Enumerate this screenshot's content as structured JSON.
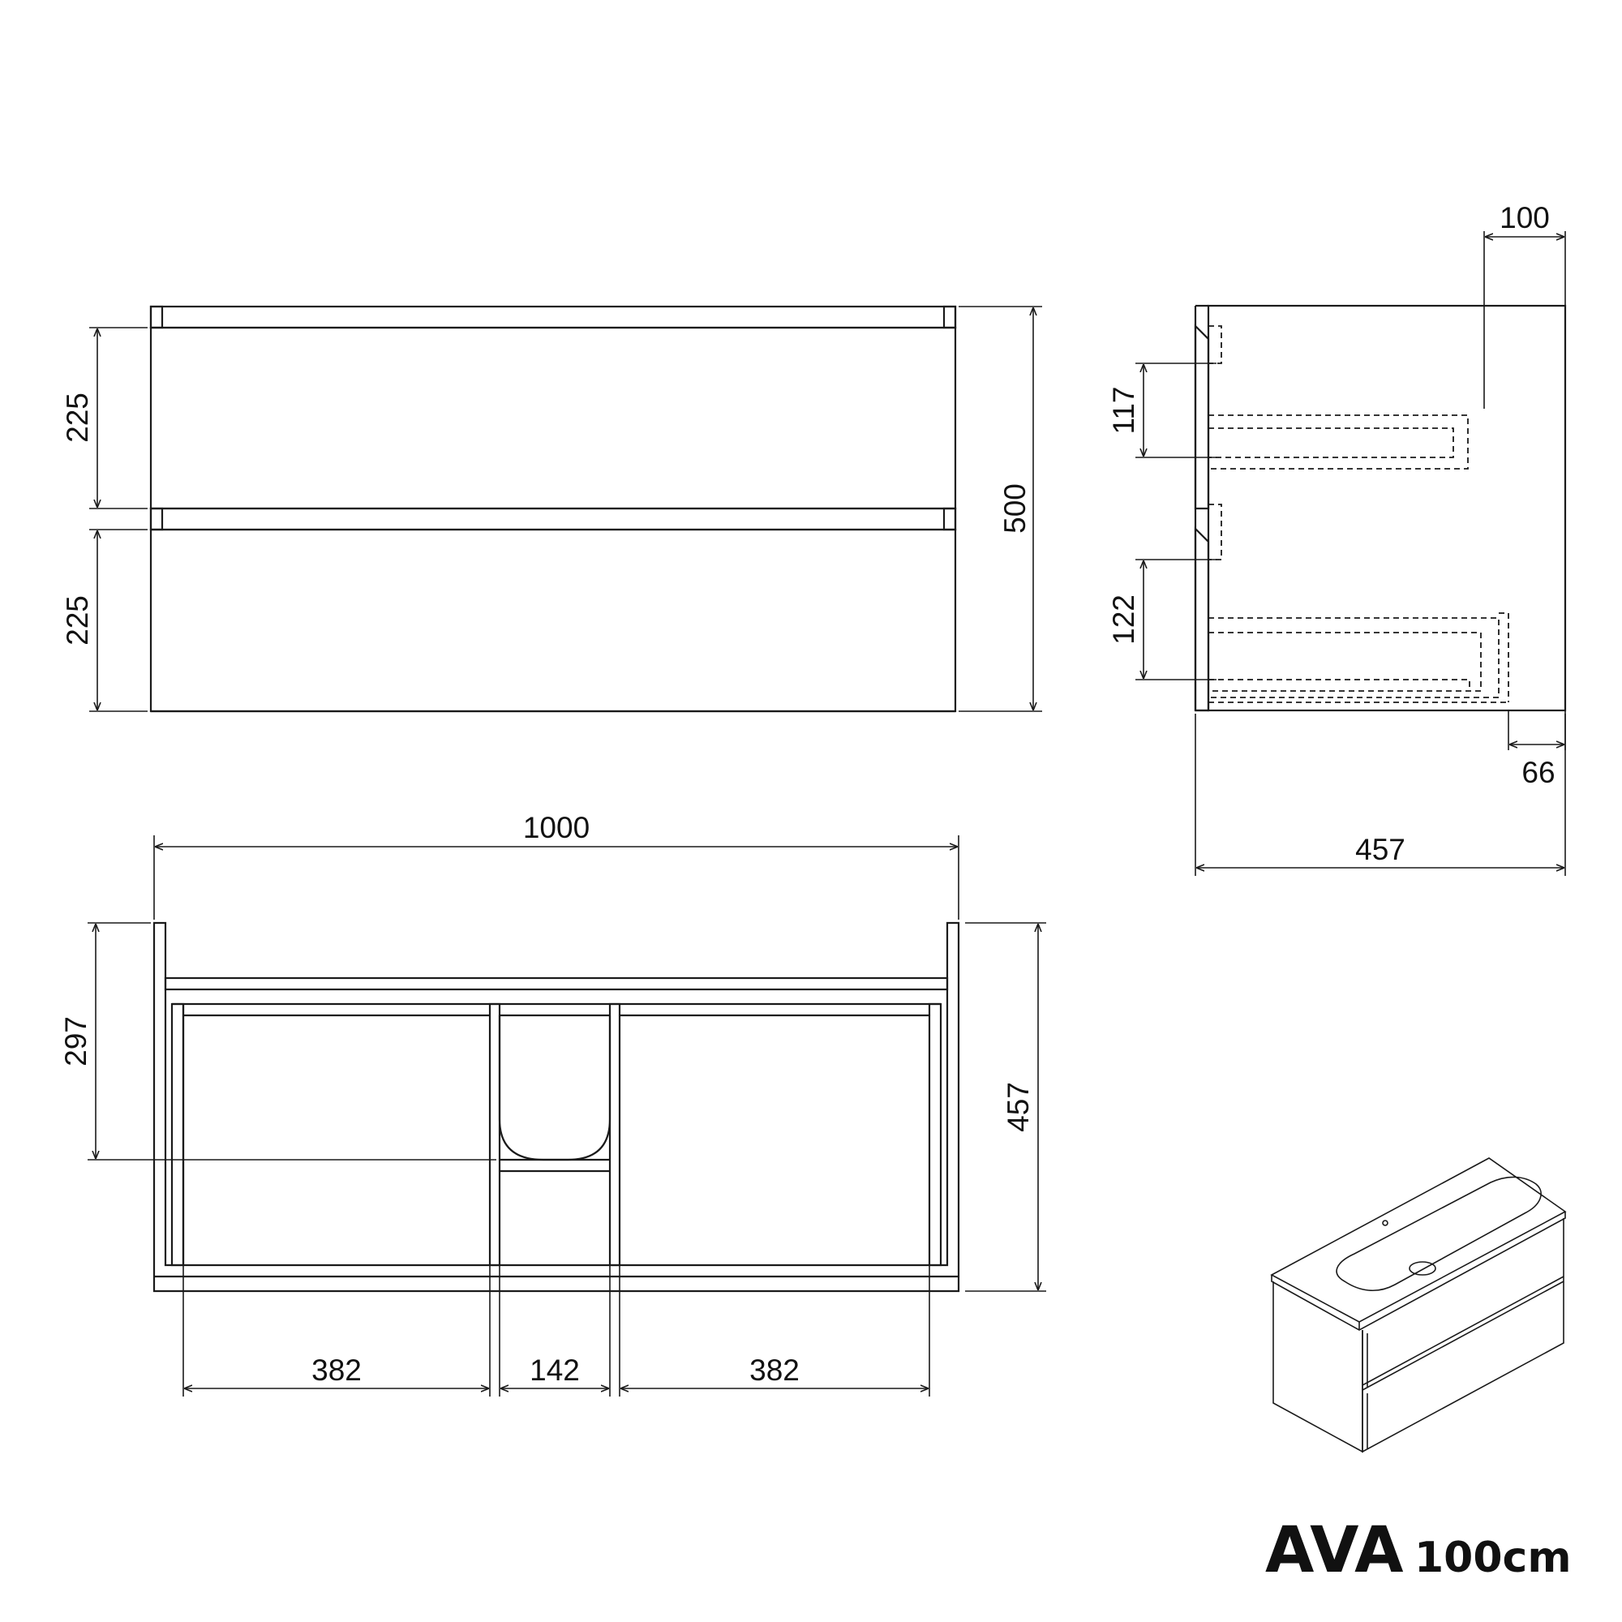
{
  "front_view": {
    "height_total": "500",
    "drawer_top_height": "225",
    "drawer_bottom_height": "225"
  },
  "side_view": {
    "top_offset": "100",
    "upper_inner_height": "117",
    "lower_inner_height": "122",
    "bottom_offset": "66",
    "depth": "457"
  },
  "top_view": {
    "width": "1000",
    "depth": "457",
    "cutout_depth": "297",
    "left_compartment": "382",
    "middle_compartment": "142",
    "right_compartment": "382"
  },
  "product": {
    "name": "AVA",
    "size": "100cm"
  }
}
